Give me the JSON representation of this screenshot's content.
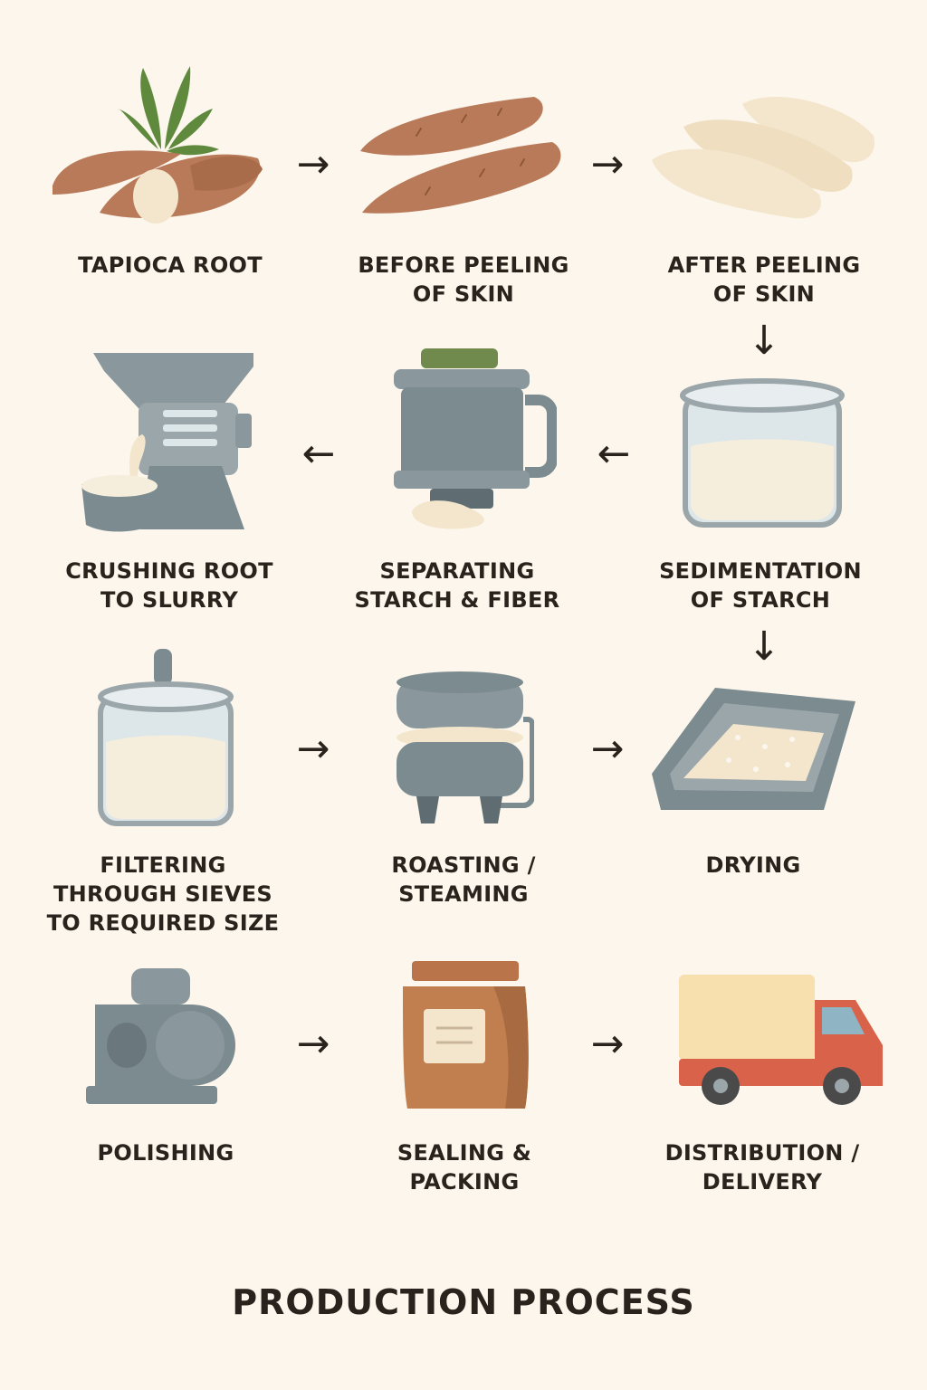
{
  "title": "PRODUCTION PROCESS",
  "icons": {
    "arrow_right": "→",
    "arrow_left": "←",
    "arrow_down": "↓"
  },
  "colors": {
    "background": "#fcf6ec",
    "root": "#b87a58",
    "peeled": "#f3e6cc",
    "leaf": "#5f8a3e",
    "machine": "#7c8b90",
    "machine_light": "#9aa6aa",
    "starch": "#f6eedc",
    "bag": "#c17f4f",
    "truck_cab": "#d9634a",
    "truck_box": "#f7dfae"
  },
  "steps": [
    {
      "label": "TAPIOCA ROOT",
      "icon": "tapioca-root-icon"
    },
    {
      "label": "BEFORE PEELING\nOF SKIN",
      "icon": "unpeeled-root-icon"
    },
    {
      "label": "AFTER PEELING\nOF SKIN",
      "icon": "peeled-root-icon"
    },
    {
      "label": "SEDIMENTATION\nOF STARCH",
      "icon": "sedimentation-tank-icon"
    },
    {
      "label": "SEPARATING\nSTARCH & FIBER",
      "icon": "separator-machine-icon"
    },
    {
      "label": "CRUSHING ROOT\nTO SLURRY",
      "icon": "crusher-machine-icon"
    },
    {
      "label": "FILTERING\nTHROUGH SIEVES\n TO REQUIRED SIZE",
      "icon": "filter-container-icon"
    },
    {
      "label": "ROASTING /\nSTEAMING",
      "icon": "roaster-machine-icon"
    },
    {
      "label": "DRYING",
      "icon": "drying-tray-icon"
    },
    {
      "label": "POLISHING",
      "icon": "polishing-machine-icon"
    },
    {
      "label": "SEALING &\nPACKING",
      "icon": "packing-bag-icon"
    },
    {
      "label": "DISTRIBUTION /\nDELIVERY",
      "icon": "delivery-truck-icon"
    }
  ]
}
